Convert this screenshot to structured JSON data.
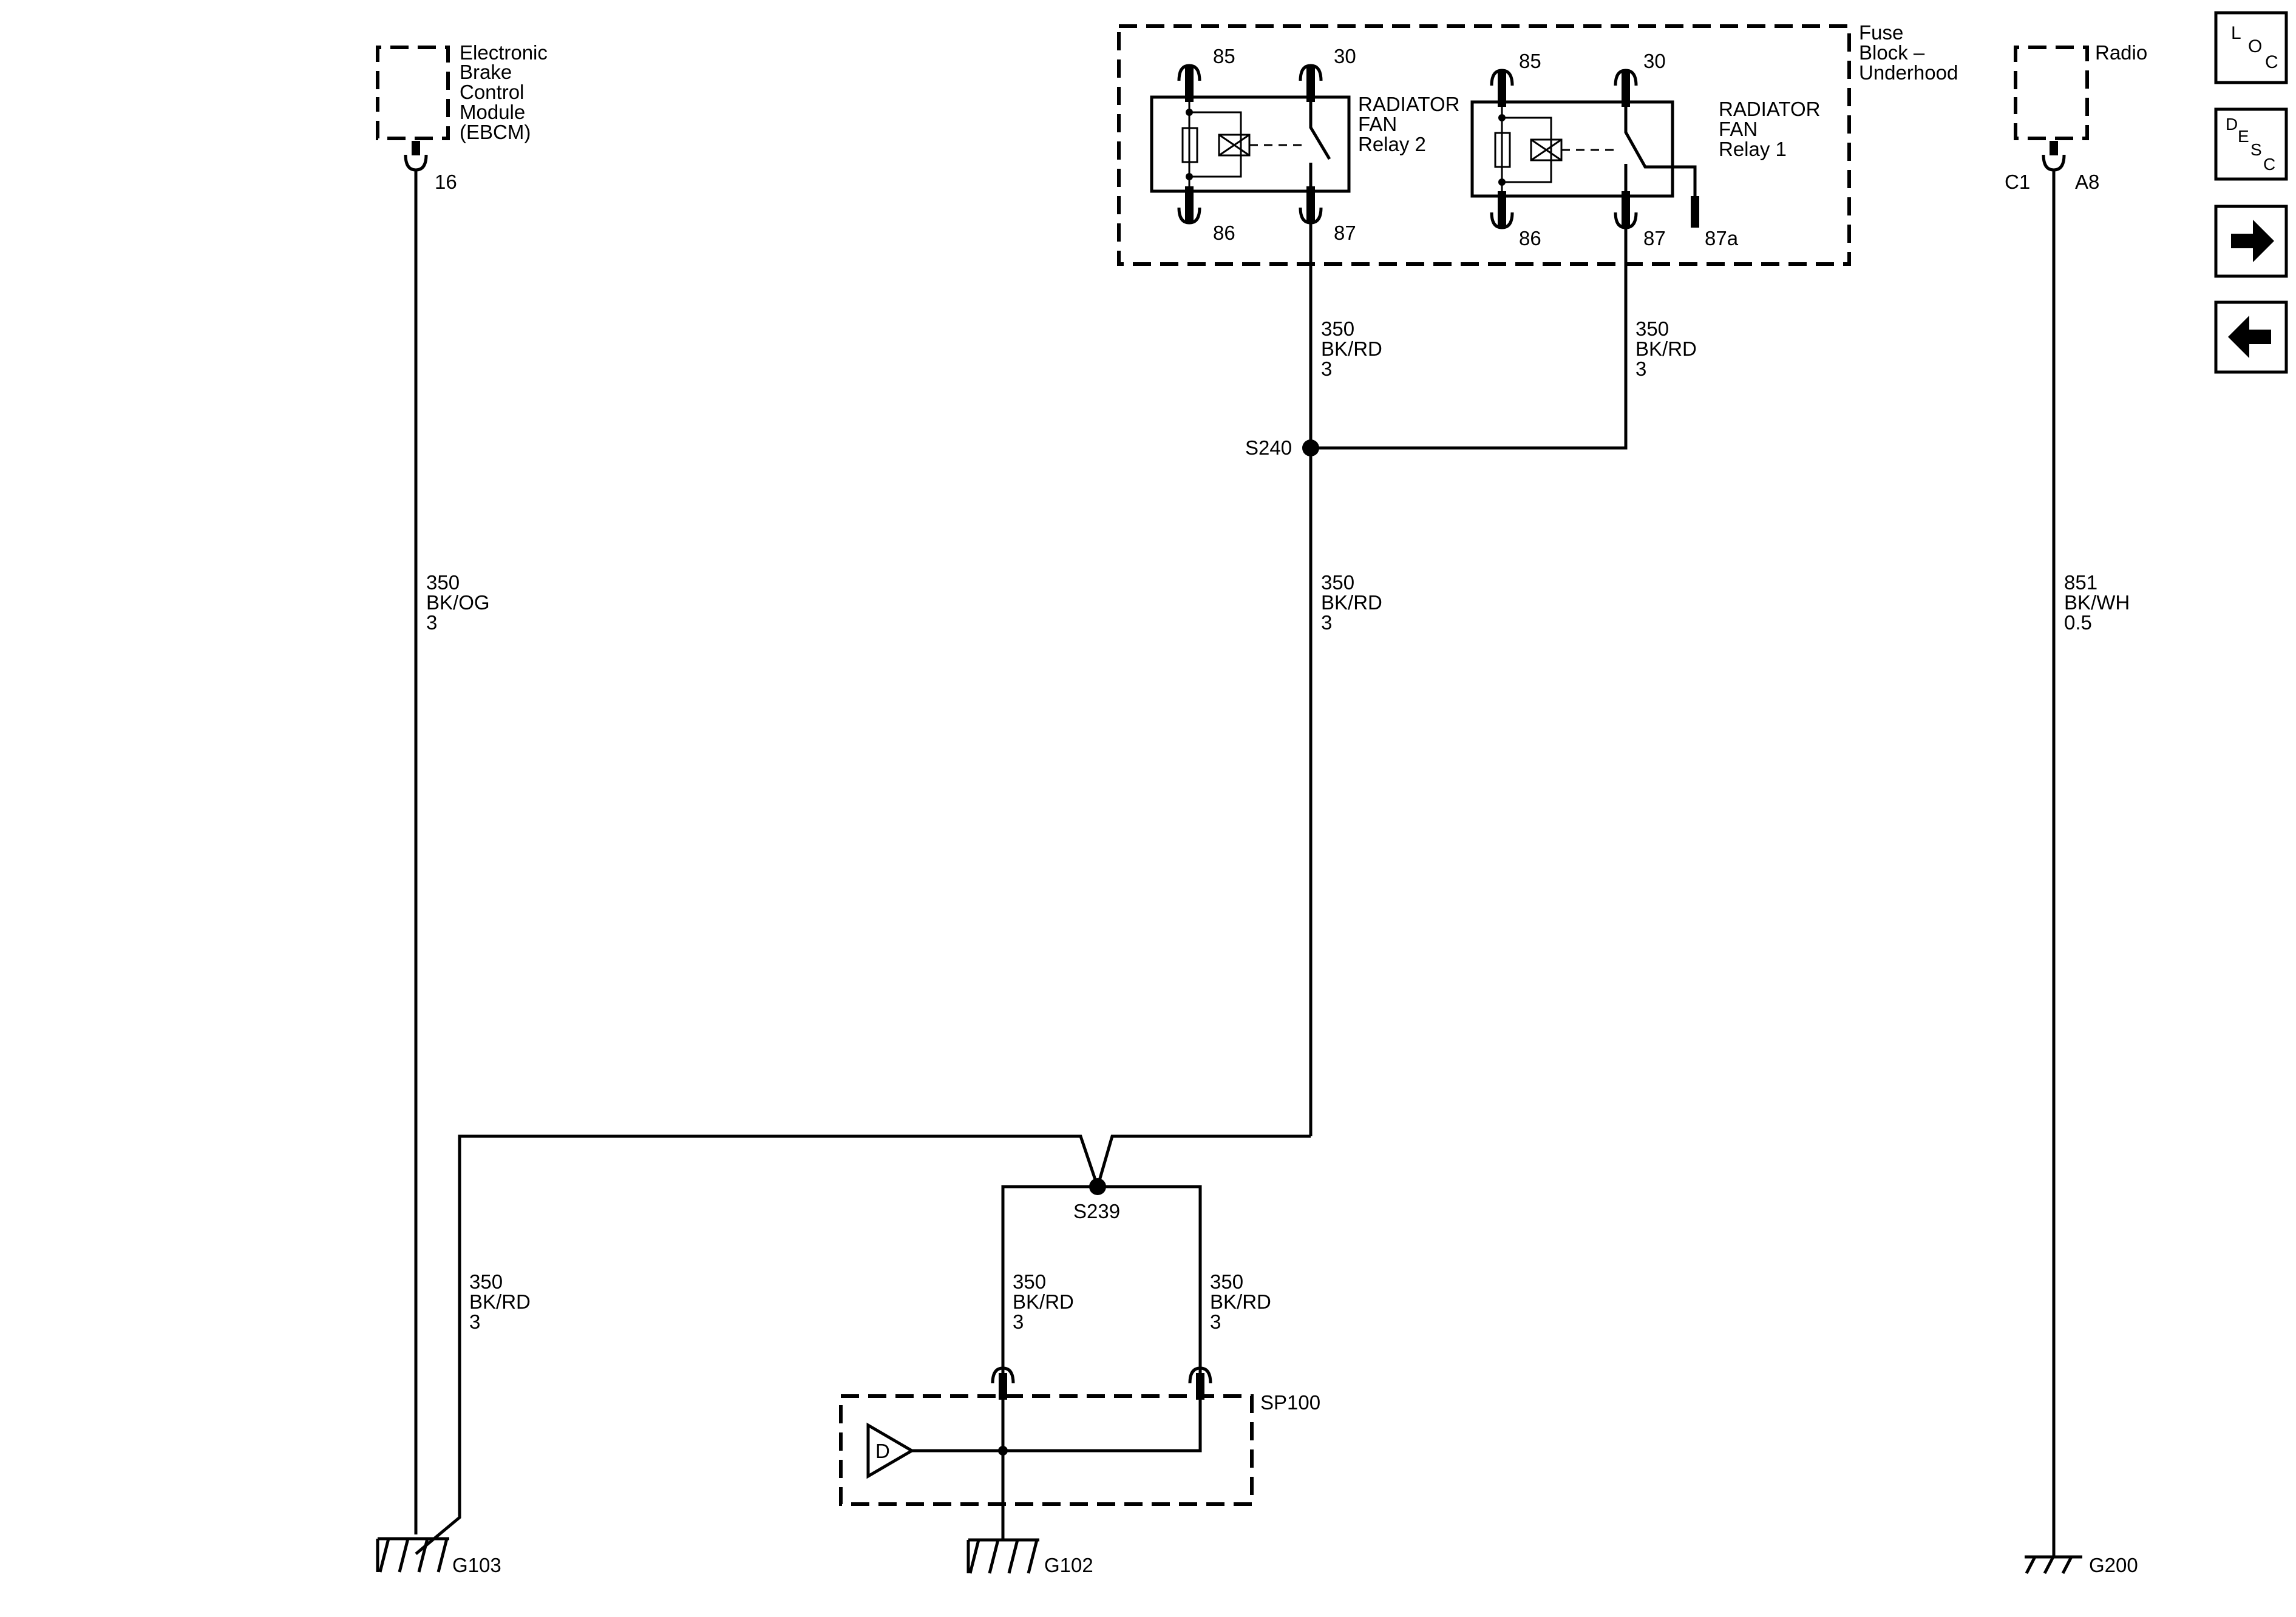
{
  "components": {
    "ebcm": {
      "lines": [
        "Electronic",
        "Brake",
        "Control",
        "Module",
        "(EBCM)"
      ],
      "pin": "16"
    },
    "fuse_block": {
      "lines": [
        "Fuse",
        "Block –",
        "Underhood"
      ]
    },
    "relay2": {
      "lines": [
        "RADIATOR",
        "FAN",
        "Relay 2"
      ],
      "pins": {
        "p85": "85",
        "p30": "30",
        "p86": "86",
        "p87": "87"
      }
    },
    "relay1": {
      "lines": [
        "RADIATOR",
        "FAN",
        "Relay 1"
      ],
      "pins": {
        "p85": "85",
        "p30": "30",
        "p86": "86",
        "p87": "87",
        "p87a": "87a"
      }
    },
    "radio": {
      "label": "Radio",
      "connector": "C1",
      "pin": "A8"
    },
    "sp100": {
      "label": "SP100",
      "glyph": "D"
    }
  },
  "wires": {
    "ebcm_ground": {
      "circuit": "350",
      "color": "BK/OG",
      "gauge": "3"
    },
    "relay2_out": {
      "circuit": "350",
      "color": "BK/RD",
      "gauge": "3"
    },
    "relay1_out": {
      "circuit": "350",
      "color": "BK/RD",
      "gauge": "3"
    },
    "s240_down": {
      "circuit": "350",
      "color": "BK/RD",
      "gauge": "3"
    },
    "s239_g103": {
      "circuit": "350",
      "color": "BK/RD",
      "gauge": "3"
    },
    "s239_left": {
      "circuit": "350",
      "color": "BK/RD",
      "gauge": "3"
    },
    "s239_right": {
      "circuit": "350",
      "color": "BK/RD",
      "gauge": "3"
    },
    "radio_ground": {
      "circuit": "851",
      "color": "BK/WH",
      "gauge": "0.5"
    }
  },
  "splices": {
    "s240": "S240",
    "s239": "S239"
  },
  "grounds": {
    "g103": "G103",
    "g102": "G102",
    "g200": "G200"
  },
  "nav": {
    "loc": {
      "l1": "L",
      "l2": "O",
      "l3": "C"
    },
    "desc": {
      "l1": "D",
      "l2": "E",
      "l3": "S",
      "l4": "C"
    },
    "next_icon": "arrow-right-icon",
    "prev_icon": "arrow-left-icon"
  }
}
